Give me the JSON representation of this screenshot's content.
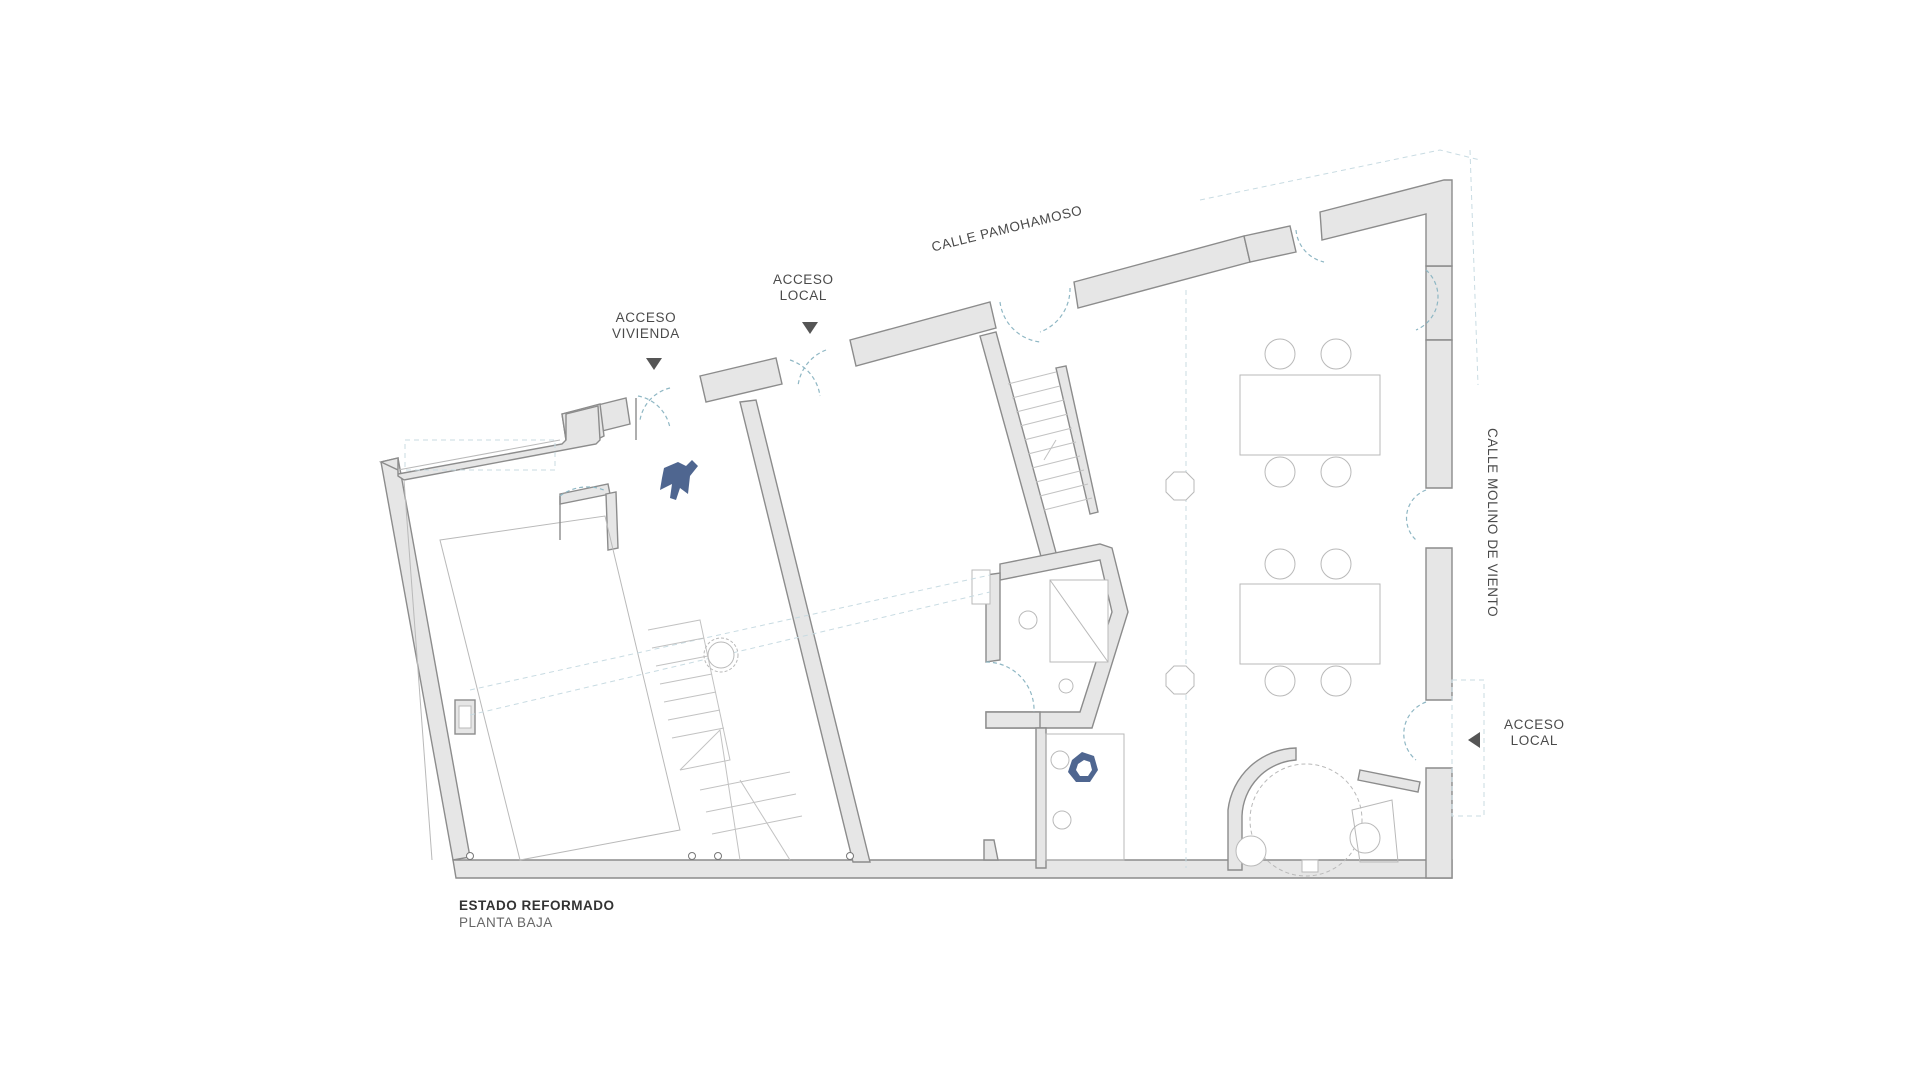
{
  "drawing": {
    "title": "ESTADO REFORMADO",
    "subtitle": "PLANTA BAJA"
  },
  "streets": {
    "top": "CALLE PAMOHAMOSO",
    "right": "CALLE MOLINO DE VIENTO"
  },
  "access": {
    "vivienda": [
      "ACCESO",
      "VIVIENDA"
    ],
    "local_top": [
      "ACCESO",
      "LOCAL"
    ],
    "local_right": [
      "ACCESO",
      "LOCAL"
    ]
  },
  "colors": {
    "wall_fill": "#e6e6e6",
    "wall_stroke": "#8c8c8c",
    "thin_line": "#b9b9b9",
    "door_arc": "#8fb7c4",
    "accent_figure": "#4f6690",
    "arrow": "#555555",
    "text": "#4a4a4a"
  }
}
